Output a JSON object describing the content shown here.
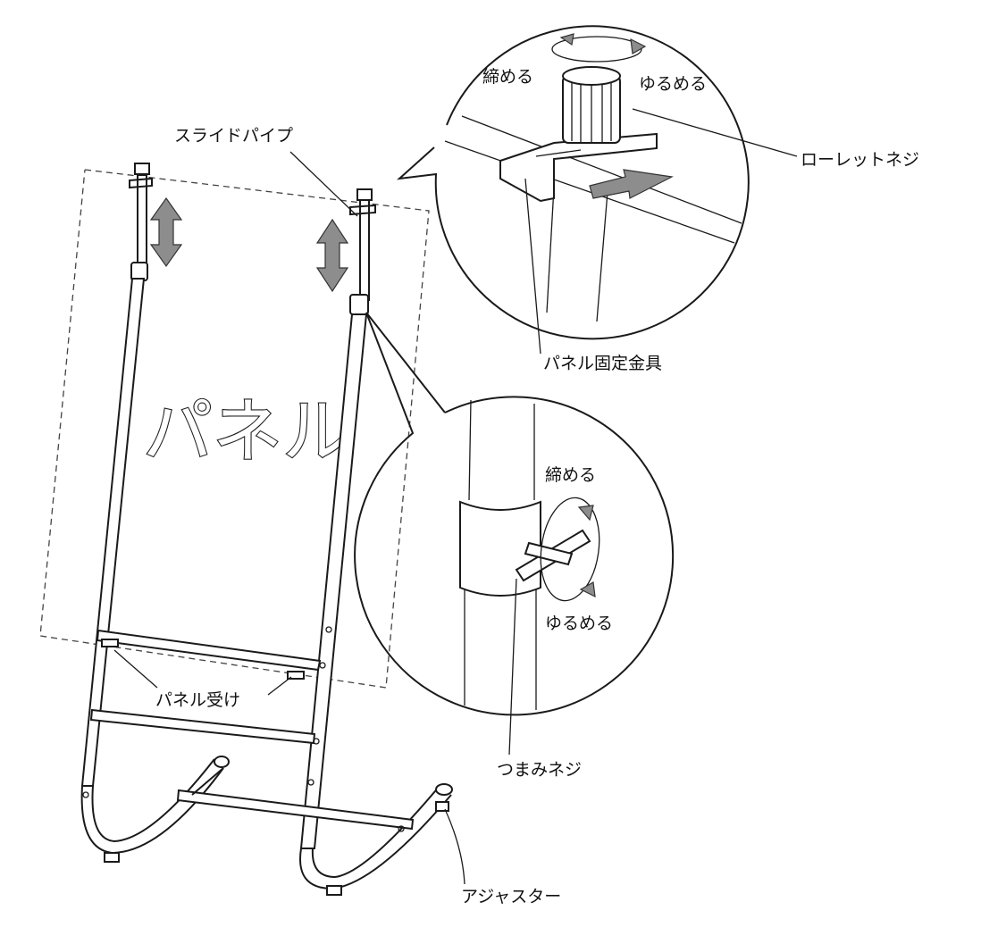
{
  "labels": {
    "slide_pipe": "スライドパイプ",
    "tighten_top": "締める",
    "loosen_top": "ゆるめる",
    "knurled_screw": "ローレットネジ",
    "panel_bracket": "パネル固定金具",
    "panel": "パネル",
    "tighten_mid": "締める",
    "loosen_mid": "ゆるめる",
    "panel_holder": "パネル受け",
    "thumb_screw": "つまみネジ",
    "adjuster": "アジャスター"
  },
  "colors": {
    "line": "#1a1a1a",
    "arrow_fill": "#8d8d8d",
    "background": "#ffffff"
  }
}
